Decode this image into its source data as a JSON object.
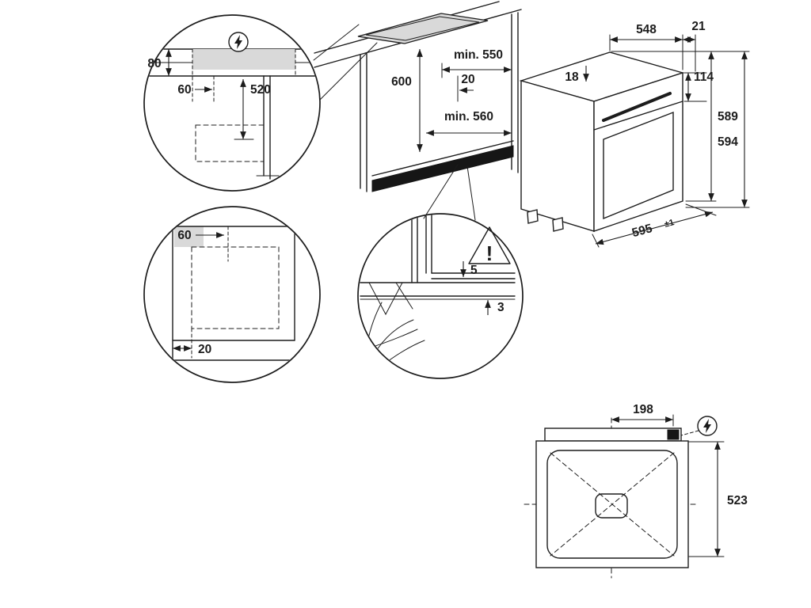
{
  "style": {
    "line_color": "#1c1c1c",
    "shade_color": "#d9d9d9",
    "background": "#ffffff"
  },
  "detail_worktop": {
    "thickness": "80",
    "edge_offset": "60",
    "height_below": "520"
  },
  "detail_corner": {
    "corner_offset": "60",
    "front_clearance": "20"
  },
  "cabinet": {
    "min_width_top": "min. 550",
    "rear_gap": "20",
    "min_width_bottom": "min. 560",
    "niche_height": "600"
  },
  "detail_gap": {
    "top_gap": "5",
    "bottom_gap": "3",
    "warning_mark": "!"
  },
  "oven": {
    "depth": "548",
    "overhang": "21",
    "panel_height": "114",
    "top_clearance": "18",
    "height_without_feet": "589",
    "height_with_feet": "594",
    "width": "595",
    "width_tolerance": "±1"
  },
  "rear_view": {
    "terminal_offset": "198",
    "terminal_height": "523"
  },
  "icons": {
    "power": "lightning-bolt",
    "warning": "exclamation-triangle"
  }
}
